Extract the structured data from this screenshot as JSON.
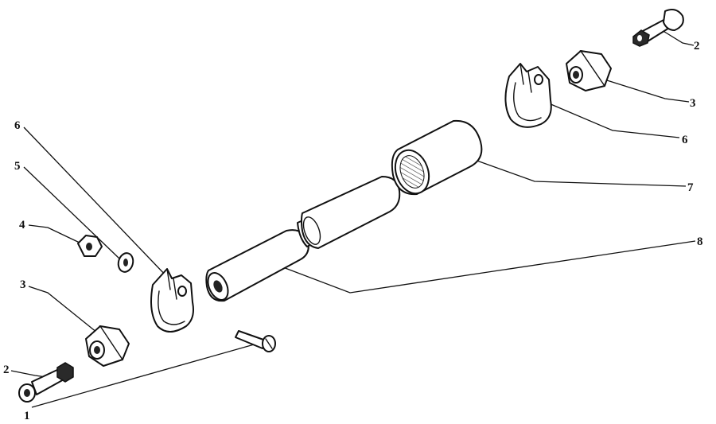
{
  "callouts": {
    "c1": "1",
    "c2_left": "2",
    "c2_right": "2",
    "c3_left": "3",
    "c3_right": "3",
    "c4": "4",
    "c5": "5",
    "c6_left": "6",
    "c6_right": "6",
    "c7": "7",
    "c8": "8"
  }
}
